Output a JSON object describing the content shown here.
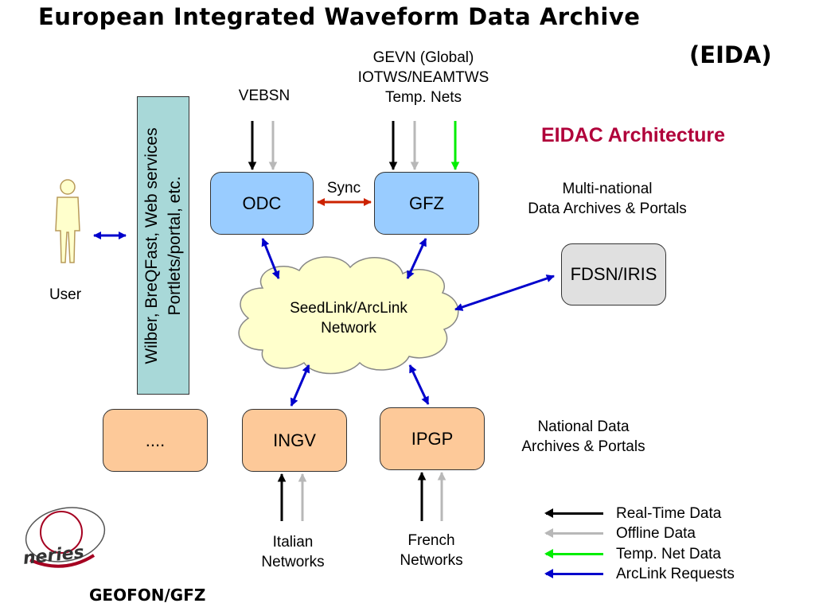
{
  "title_line1": "European Integrated Waveform Data Archive",
  "title_line2": "(EIDA)",
  "subtitle": "EIDAC Architecture",
  "sources": {
    "vebsn": "VEBSN",
    "gevn_line1": "GEVN (Global)",
    "gevn_line2": "IOTWS/NEAMTWS",
    "gevn_line3": "Temp. Nets"
  },
  "nodes": {
    "odc": "ODC",
    "gfz": "GFZ",
    "sync": "Sync",
    "fdsn": "FDSN/IRIS",
    "cloud_line1": "SeedLink/ArcLink",
    "cloud_line2": "Network",
    "dots": "....",
    "ingv": "INGV",
    "ipgp": "IPGP"
  },
  "portal": {
    "line1": "Wilber, BreQFast, Web services",
    "line2": "Portlets/portal, etc."
  },
  "user_label": "User",
  "multinational": {
    "line1": "Multi-national",
    "line2": "Data Archives & Portals"
  },
  "national": {
    "line1": "National Data",
    "line2": "Archives & Portals"
  },
  "networks": {
    "italian_line1": "Italian",
    "italian_line2": "Networks",
    "french_line1": "French",
    "french_line2": "Networks"
  },
  "legend": [
    {
      "label": "Real-Time Data",
      "color": "#000000"
    },
    {
      "label": "Offline Data",
      "color": "#b8b8b8"
    },
    {
      "label": "Temp. Net Data",
      "color": "#00ee00"
    },
    {
      "label": "ArcLink Requests",
      "color": "#0000cc"
    }
  ],
  "logo_text": "neries",
  "footer": "GEOFON/GFZ",
  "colors": {
    "arclink": "#0000cc",
    "realtime": "#000000",
    "offline": "#b8b8b8",
    "tempnet": "#00ee00",
    "sync": "#cc2200",
    "accent": "#b0003a"
  }
}
